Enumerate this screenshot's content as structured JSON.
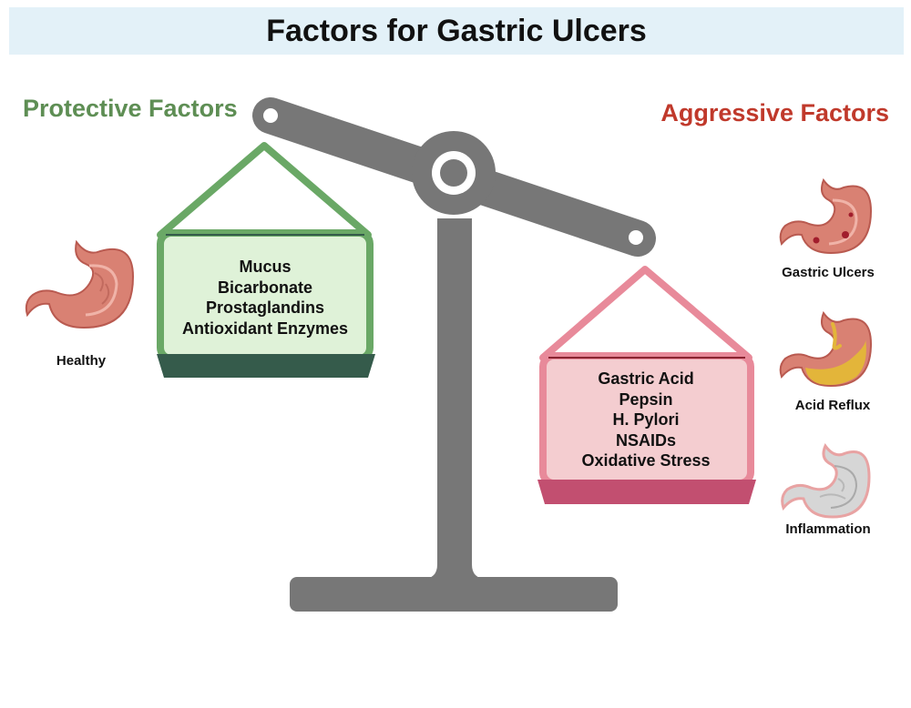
{
  "title": "Factors for Gastric Ulcers",
  "protective": {
    "heading": "Protective Factors",
    "items": [
      "Mucus",
      "Bicarbonate",
      "Prostaglandins",
      "Antioxidant Enzymes"
    ]
  },
  "aggressive": {
    "heading": "Aggressive Factors",
    "items": [
      "Gastric Acid",
      "Pepsin",
      "H. Pylori",
      "NSAIDs",
      "Oxidative Stress"
    ]
  },
  "stomachs": {
    "healthy": "Healthy",
    "ulcers": "Gastric Ulcers",
    "reflux": "Acid Reflux",
    "inflammation": "Inflammation"
  },
  "colors": {
    "title_bg": "#e3f1f8",
    "protective": "#5e8e54",
    "aggressive": "#c0392b",
    "scale": "#777777",
    "protective_pan_fill": "#dff2d8",
    "protective_pan_stroke": "#6aa866",
    "protective_pan_base": "#355b4b",
    "aggressive_pan_fill": "#f4cdd0",
    "aggressive_pan_stroke": "#e88a9a",
    "aggressive_pan_base": "#c24f70"
  }
}
